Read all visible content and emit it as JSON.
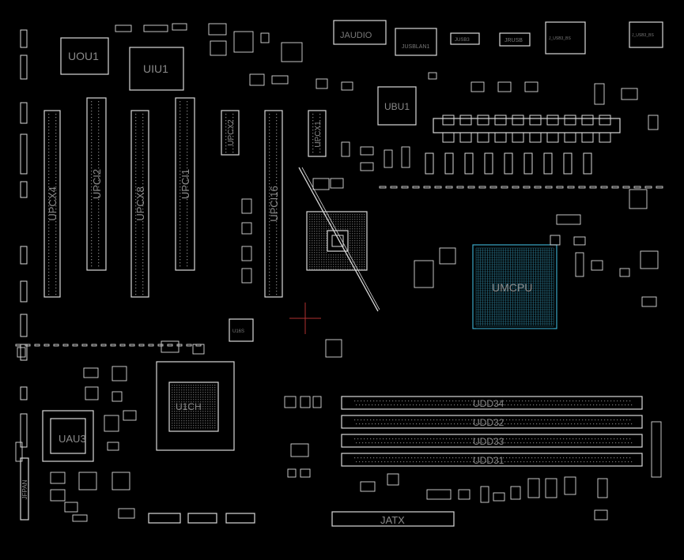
{
  "board": {
    "background": "#000000",
    "outline_color": "#d8d8d8",
    "label_color": "#8a8a8a",
    "cpu_highlight_color": "#3aa8c8",
    "cursor_color": "#b03030"
  },
  "labels": {
    "uou1": "UOU1",
    "uiu1": "UIU1",
    "jaudio": "JAUDIO",
    "jusblan": "JUSBLAN1",
    "jrusb": "JRUSB",
    "jusbbt": "JUSB3",
    "j_top_right": "J_USB3_BS",
    "ubu1": "UBU1",
    "upcx4": "UPCX4",
    "upci2": "UPCI2",
    "upcx8": "UPCX8",
    "upci1": "UPCI1",
    "upcx2": "UPCX2",
    "upci16": "UPCI16",
    "upcx1": "UPCX1",
    "umcpu": "UMCPU",
    "u1ch": "U1CH",
    "uau3": "UAU3",
    "jatx": "JATX",
    "dimm4": "UDD34",
    "dimm2": "UDD32",
    "dimm3": "UDD33",
    "dimm1": "UDD31",
    "u16s": "U16S",
    "front_panel": "JFPAN"
  }
}
